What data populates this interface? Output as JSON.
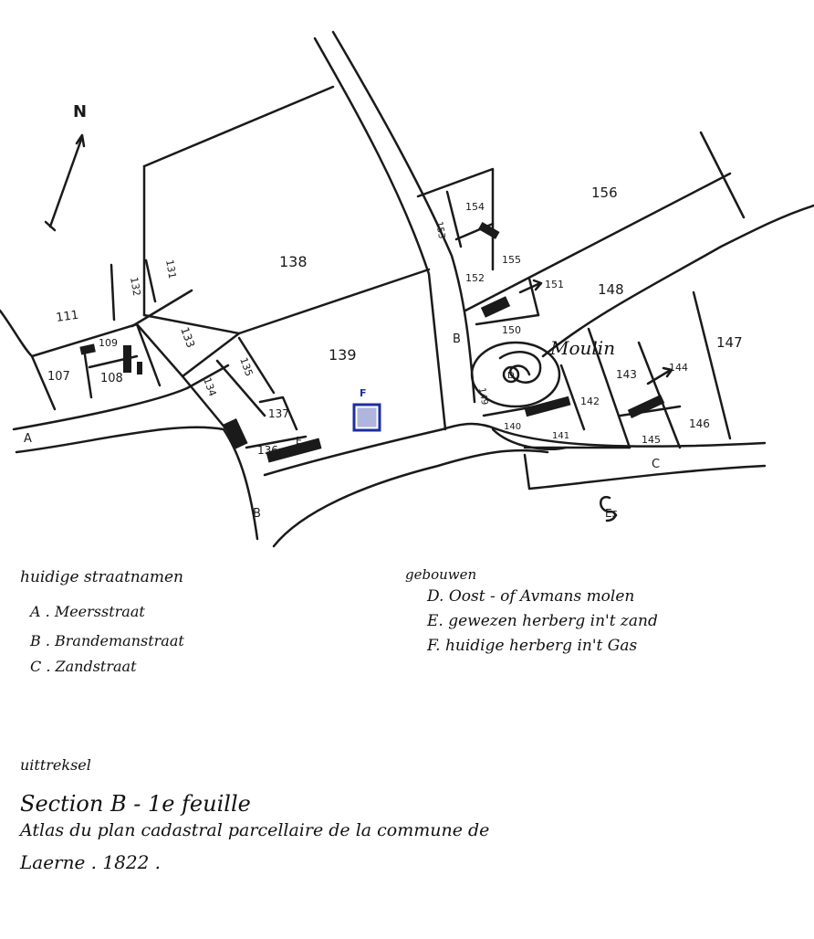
{
  "north_label": "N",
  "parcels": {
    "p107": "107",
    "p108": "108",
    "p109": "109",
    "p111": "111",
    "p132": "132",
    "p131": "131",
    "p133": "133",
    "p134": "134",
    "p135": "135",
    "p136": "136",
    "p137": "137",
    "p138": "138",
    "p139": "139",
    "p140": "140",
    "p141": "141",
    "p142": "142",
    "p143": "143",
    "p144": "144",
    "p145": "145",
    "p146": "146",
    "p147": "147",
    "p148": "148",
    "p149": "149",
    "p150": "150",
    "p151": "151",
    "p152": "152",
    "p153": "153",
    "p154": "154",
    "p155": "155",
    "p156": "156"
  },
  "map_letters": {
    "A": "A",
    "B_road": "B",
    "B_lower": "B",
    "C": "C",
    "D": "D",
    "E": "E",
    "F": "F",
    "mark": "Es"
  },
  "moulin_label": "Moulin",
  "legend_streets": {
    "heading": "huidige straatnamen",
    "a": "A . Meersstraat",
    "b": "B . Brandemanstraat",
    "c": "C . Zandstraat"
  },
  "legend_buildings": {
    "heading": "gebouwen",
    "d": "D. Oost - of Avmans molen",
    "e": "E. gewezen herberg in't zand",
    "f": "F. huidige herberg in't Gas"
  },
  "source": {
    "label": "uittreksel",
    "section": "Section B - 1e feuille",
    "line1": "Atlas du plan cadastral parcellaire de la commune de",
    "line2": "Laerne . 1822 ."
  },
  "colors": {
    "ink": "#1a1a1a",
    "marker_f": "#1c2fa0"
  }
}
